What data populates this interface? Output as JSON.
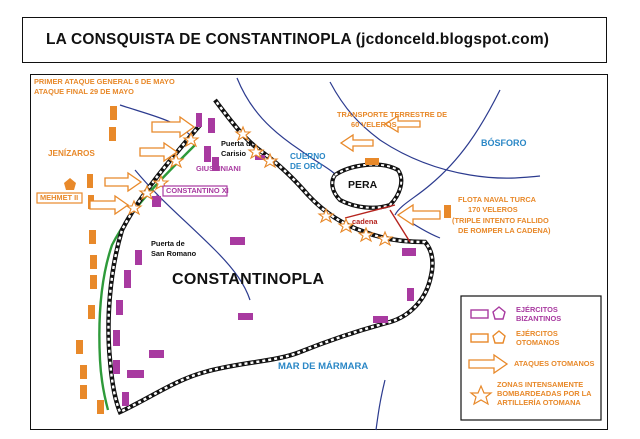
{
  "title": "LA CONSQUISTA DE CONSTANTINOPLA (jcdonceld.blogspot.com)",
  "attacks": {
    "first": "PRIMER ATAQUE GENERAL 6 DE MAYO",
    "final": "ATAQUE FINAL 29 DE MAYO"
  },
  "places": {
    "janissaries": "JENÍZAROS",
    "mehmet": "MEHMET II",
    "constantine": "CONSTANTINO XI",
    "giustiniani": "GIUSTINIANI",
    "carisio_1": "Puerta de",
    "carisio_2": "Carisio",
    "romano_1": "Puerta de",
    "romano_2": "San Romano",
    "city": "CONSTANTINOPLA",
    "golden_horn_1": "CUERNO",
    "golden_horn_2": "DE ORO",
    "pera": "PERA",
    "bosphorus": "BÓSFORO",
    "marmara": "MAR DE MÁRMARA",
    "chain": "cadena"
  },
  "transport": {
    "line1": "TRANSPORTE TERRESTRE DE",
    "line2": "60 VELEROS"
  },
  "fleet": {
    "line1": "FLOTA NAVAL TURCA",
    "line2": "170 VELEROS",
    "line3": "(TRIPLE INTENTO FALLIDO",
    "line4": "DE ROMPER LA CADENA)"
  },
  "legend": {
    "byzantine_1": "EJÉRCITOS",
    "byzantine_2": "BIZANTINOS",
    "ottoman_1": "EJÉRCITOS",
    "ottoman_2": "OTOMANOS",
    "attacks": "ATAQUES OTOMANOS",
    "bombard_1": "ZONAS INTENSAMENTE",
    "bombard_2": "BOMBARDEADAS POR LA",
    "bombard_3": "ARTILLERÍA OTOMANA"
  },
  "colors": {
    "byzantine": "#a83aa0",
    "ottoman": "#e8892a",
    "water_label": "#2a87c6",
    "river": "#2c3b8f",
    "land_wall": "#2e9a3a"
  }
}
